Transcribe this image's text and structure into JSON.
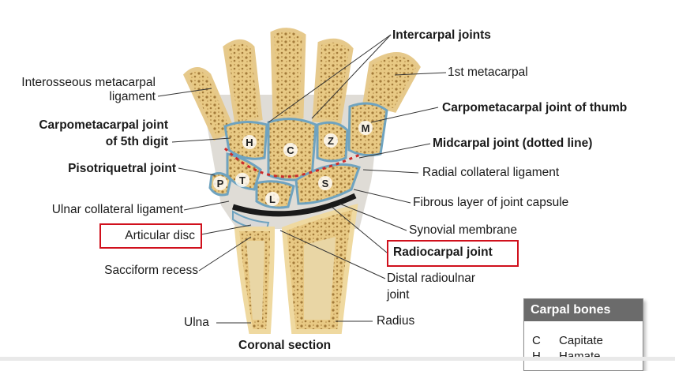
{
  "labels": {
    "intercarpal_joints": "Intercarpal joints",
    "first_metacarpal": "1st metacarpal",
    "interosseous_line1": "Interosseous metacarpal",
    "interosseous_line2": "ligament",
    "cmc_thumb": "Carpometacarpal joint of thumb",
    "cmc_5th_line1": "Carpometacarpal joint",
    "cmc_5th_line2": "of 5th digit",
    "midcarpal": "Midcarpal joint (dotted line)",
    "pisotriquetral": "Pisotriquetral joint",
    "radial_collateral": "Radial collateral ligament",
    "fibrous_layer": "Fibrous layer of joint capsule",
    "ulnar_collateral": "Ulnar collateral ligament",
    "synovial": "Synovial membrane",
    "articular_disc": "Articular disc",
    "radiocarpal": "Radiocarpal joint",
    "sacciform": "Sacciform recess",
    "distal_ru_line1": "Distal radioulnar",
    "distal_ru_line2": "joint",
    "ulna": "Ulna",
    "radius": "Radius",
    "coronal": "Coronal section"
  },
  "bone_letters": {
    "H": "H",
    "C": "C",
    "Z": "Z",
    "M": "M",
    "T": "T",
    "P": "P",
    "L": "L",
    "S": "S"
  },
  "legend": {
    "title": "Carpal bones",
    "rows": [
      {
        "letter": "C",
        "name": "Capitate"
      },
      {
        "letter": "H",
        "name": "Hamate"
      }
    ]
  },
  "colors": {
    "bone": "#efd9a0",
    "bone_spongy": "#d9b56c",
    "cartilage": "#6fa3bf",
    "ligament": "#b9b9b9",
    "highlight": "#d0101c",
    "midcarpal_dots": "#cc2a2a"
  }
}
